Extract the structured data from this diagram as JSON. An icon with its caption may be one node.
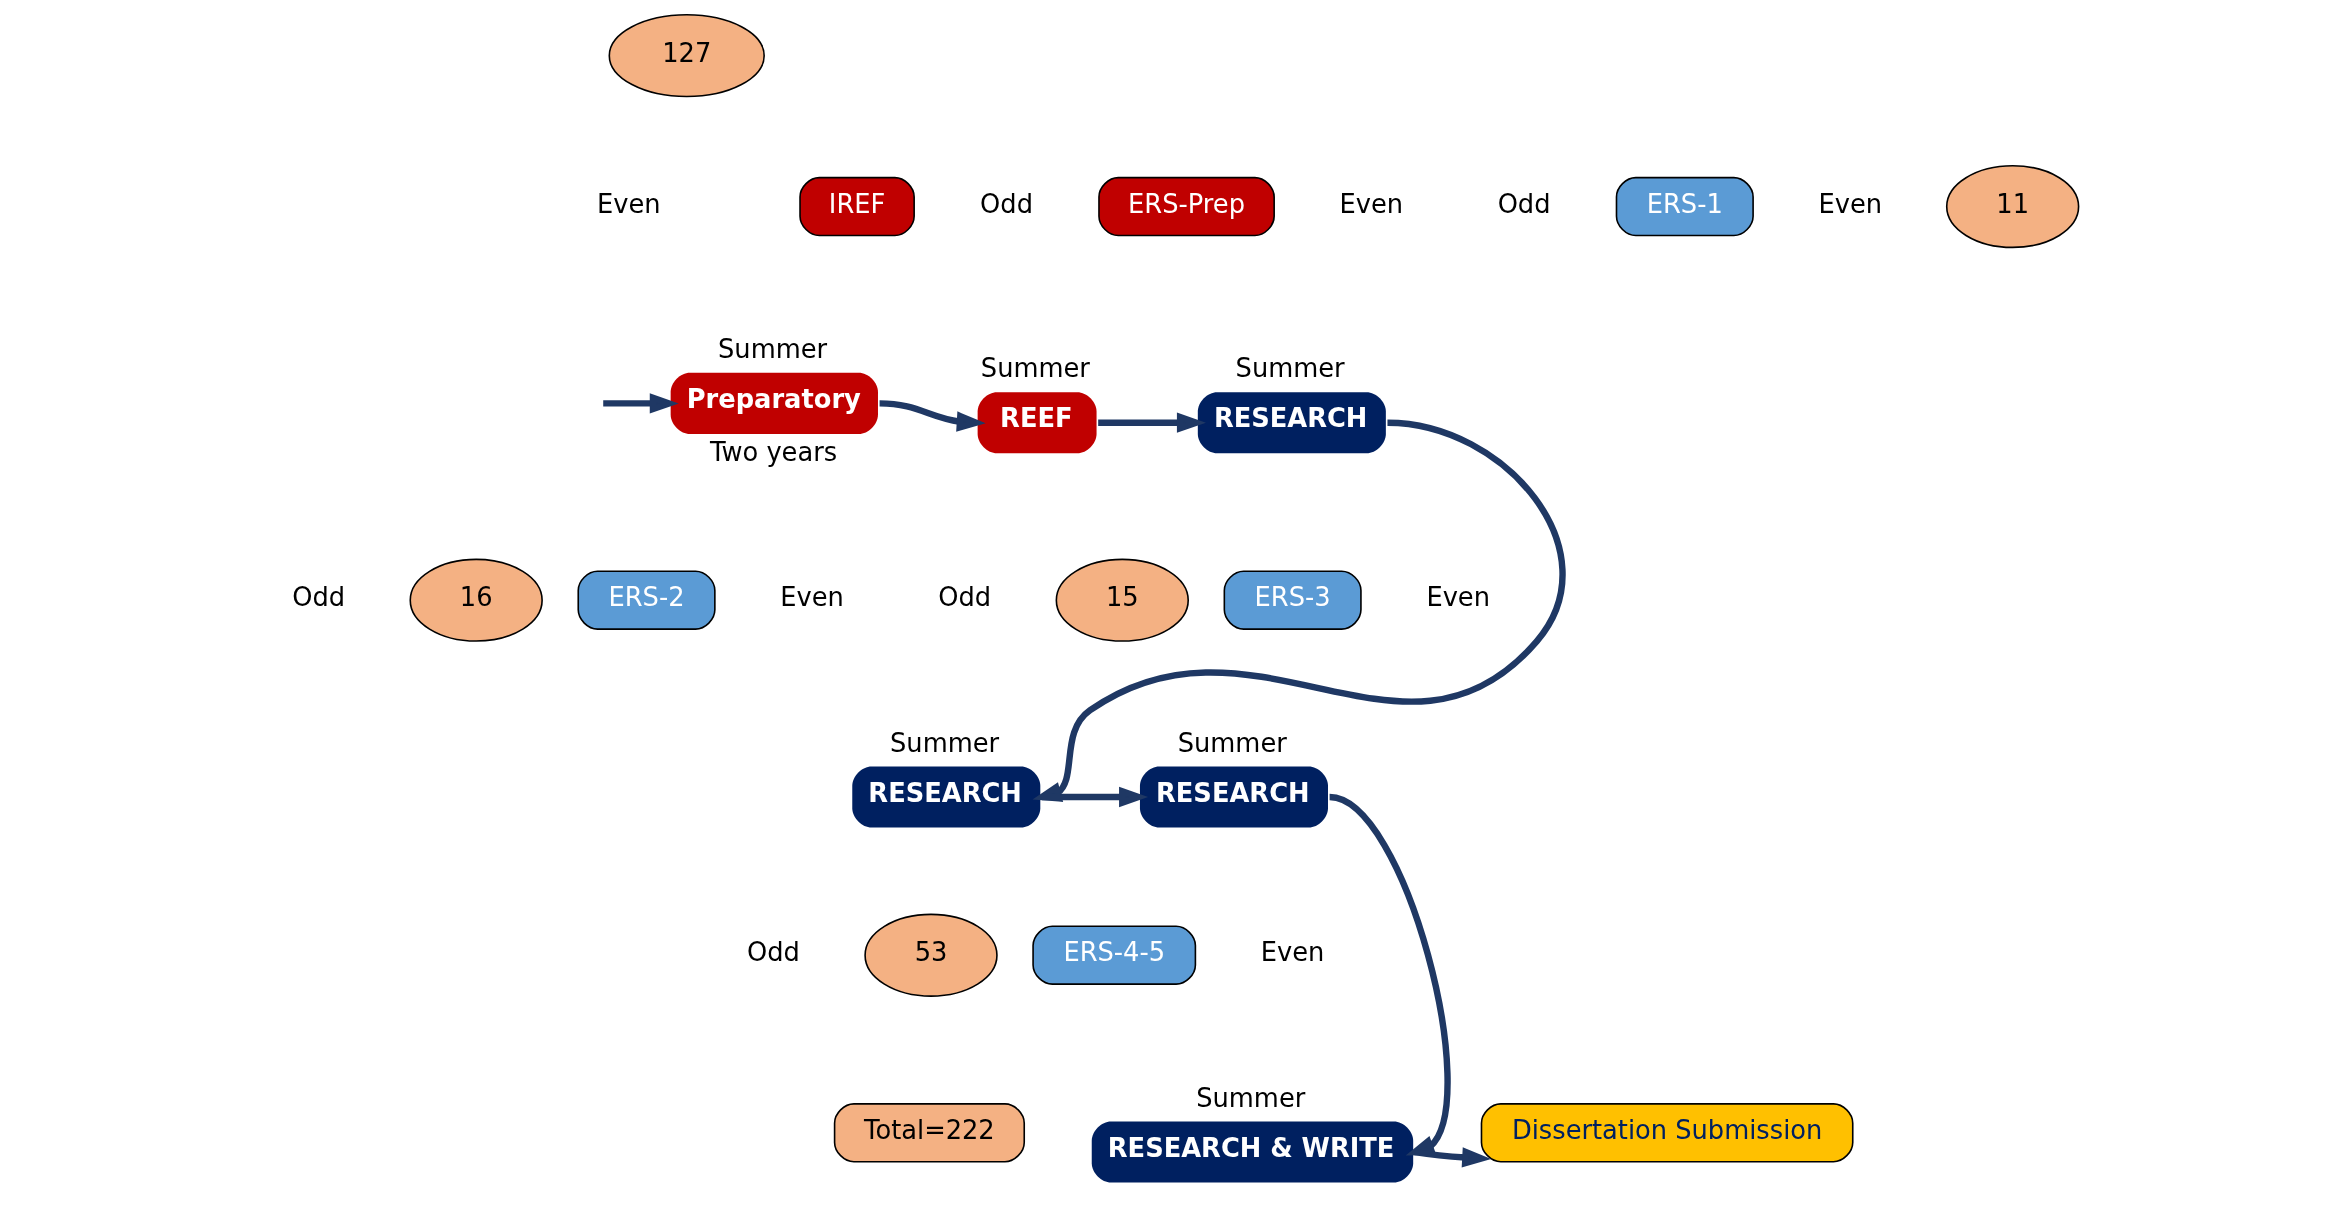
{
  "diagram": {
    "nodes": [
      {
        "text": [
          "127"
        ]
      },
      {
        "text": [
          "IREF"
        ]
      },
      {
        "text": [
          "Preparatory"
        ],
        "beside": [
          "Summer",
          "Two years"
        ]
      },
      {
        "text": [
          "ERS-Prep"
        ]
      },
      {
        "text": [
          "REEF"
        ],
        "beside": [
          "Summer"
        ]
      },
      {
        "text": [
          "ERS-1"
        ]
      },
      {
        "text": [
          "11"
        ]
      },
      {
        "text": [
          "RESEARCH"
        ],
        "beside": [
          "Summer"
        ]
      },
      {
        "text": [
          "16"
        ]
      },
      {
        "text": [
          "ERS-2"
        ]
      },
      {
        "text": [
          "RESEARCH"
        ],
        "beside": [
          "Summer"
        ]
      },
      {
        "text": [
          "15"
        ]
      },
      {
        "text": [
          "ERS-3"
        ]
      },
      {
        "text": [
          "RESEARCH"
        ],
        "beside": [
          "Summer"
        ]
      },
      {
        "text": [
          "53"
        ]
      },
      {
        "text": [
          "ERS-4-5"
        ]
      },
      {
        "text": [
          "RESEARCH & WRITE"
        ],
        "beside": [
          "Summer"
        ]
      },
      {
        "text": [
          "Dissertation Submission"
        ]
      },
      {
        "text": [
          "Total=222"
        ]
      }
    ],
    "edges": [
      {
        "from": null,
        "to": 2,
        "arrow": "to"
      },
      {
        "from": 2,
        "to": 4,
        "arrow": "to"
      },
      {
        "from": 4,
        "to": 7,
        "arrow": "to"
      },
      {
        "from": 7,
        "to": 10,
        "arrow": "to"
      },
      {
        "from": 10,
        "to": 13,
        "arrow": "to"
      },
      {
        "from": 13,
        "to": 16,
        "arrow": "to"
      },
      {
        "from": 16,
        "to": 17,
        "arrow": "to"
      }
    ],
    "labels": [
      "Even",
      "Odd",
      "Even",
      "Odd",
      "Even",
      "Odd",
      "Even",
      "Odd",
      "Even",
      "Odd",
      "Even"
    ]
  }
}
